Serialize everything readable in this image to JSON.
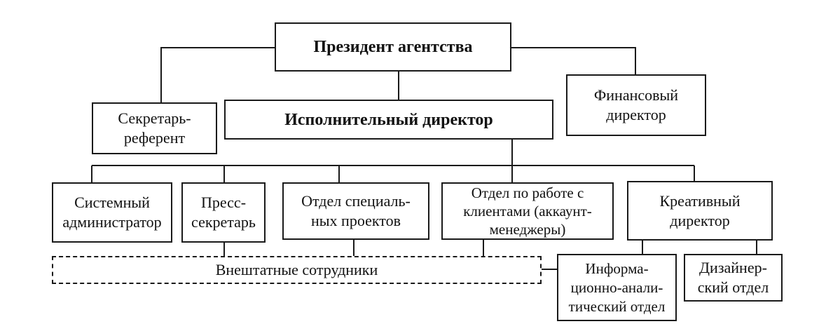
{
  "diagram": {
    "nodes": {
      "president": "Президент агентства",
      "secretary": "Секретарь-\nреферент",
      "executive_director": "Исполнительный директор",
      "financial_director": "Финансовый\nдиректор",
      "sysadmin": "Системный\nадминистратор",
      "press_secretary": "Пресс-\nсекретарь",
      "special_projects": "Отдел специаль-\nных проектов",
      "client_department": "Отдел по работе с\nклиентами (аккаунт-\nменеджеры)",
      "creative_director": "Креативный\nдиректор",
      "freelancers": "Внештатные сотрудники",
      "info_analytic": "Информа-\nционно-анали-\nтический отдел",
      "design_department": "Дизайнер-\nский отдел"
    }
  }
}
